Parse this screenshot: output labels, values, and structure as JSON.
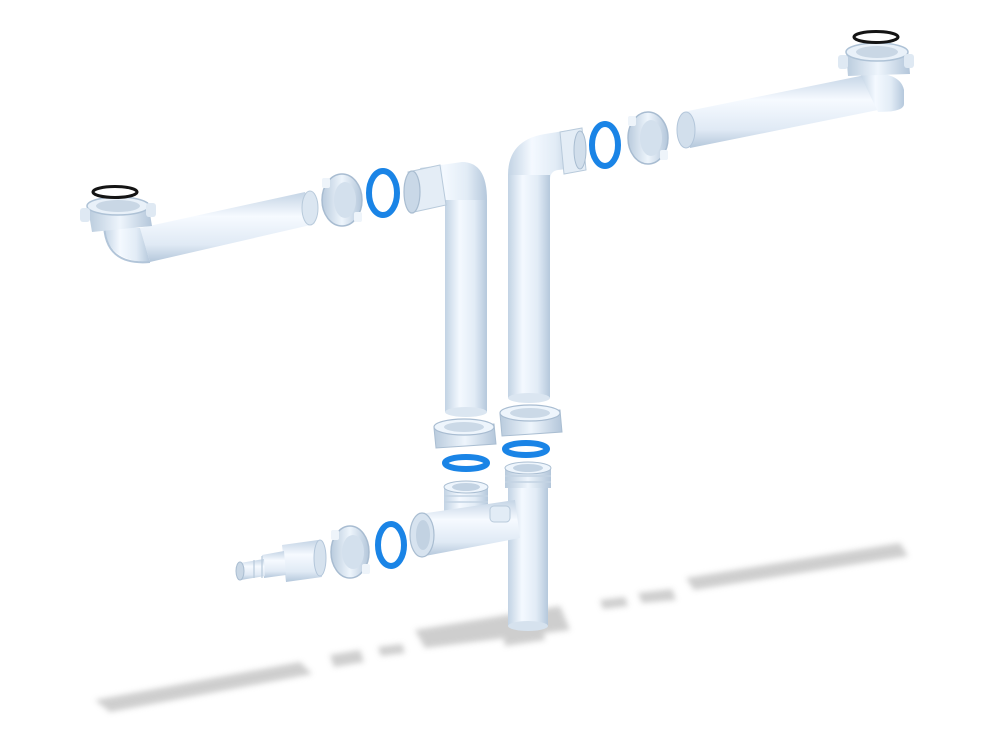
{
  "scene": {
    "subject": "double-sink-drain-siphon-exploded-view",
    "background_color": "#ffffff",
    "colors": {
      "pipe": "#e4edf6",
      "pipe_shade": "#c6d6e6",
      "pipe_dark": "#a9bdd1",
      "pipe_highlight": "#f7fbff",
      "seal_blue": "#1a84e6",
      "gasket_black": "#141414",
      "shadow": "#c9c9c9"
    },
    "parts": [
      "left-drain-outlet",
      "left-horizontal-pipe",
      "left-coupling-nut",
      "left-seal-ring",
      "left-elbow-pipe",
      "right-drain-outlet",
      "right-horizontal-pipe",
      "right-coupling-nut",
      "right-seal-ring",
      "right-elbow-pipe",
      "center-left-nut",
      "center-right-nut",
      "center-left-seal",
      "center-right-seal",
      "tee-body",
      "side-seal",
      "side-nut",
      "hose-adapter"
    ]
  }
}
